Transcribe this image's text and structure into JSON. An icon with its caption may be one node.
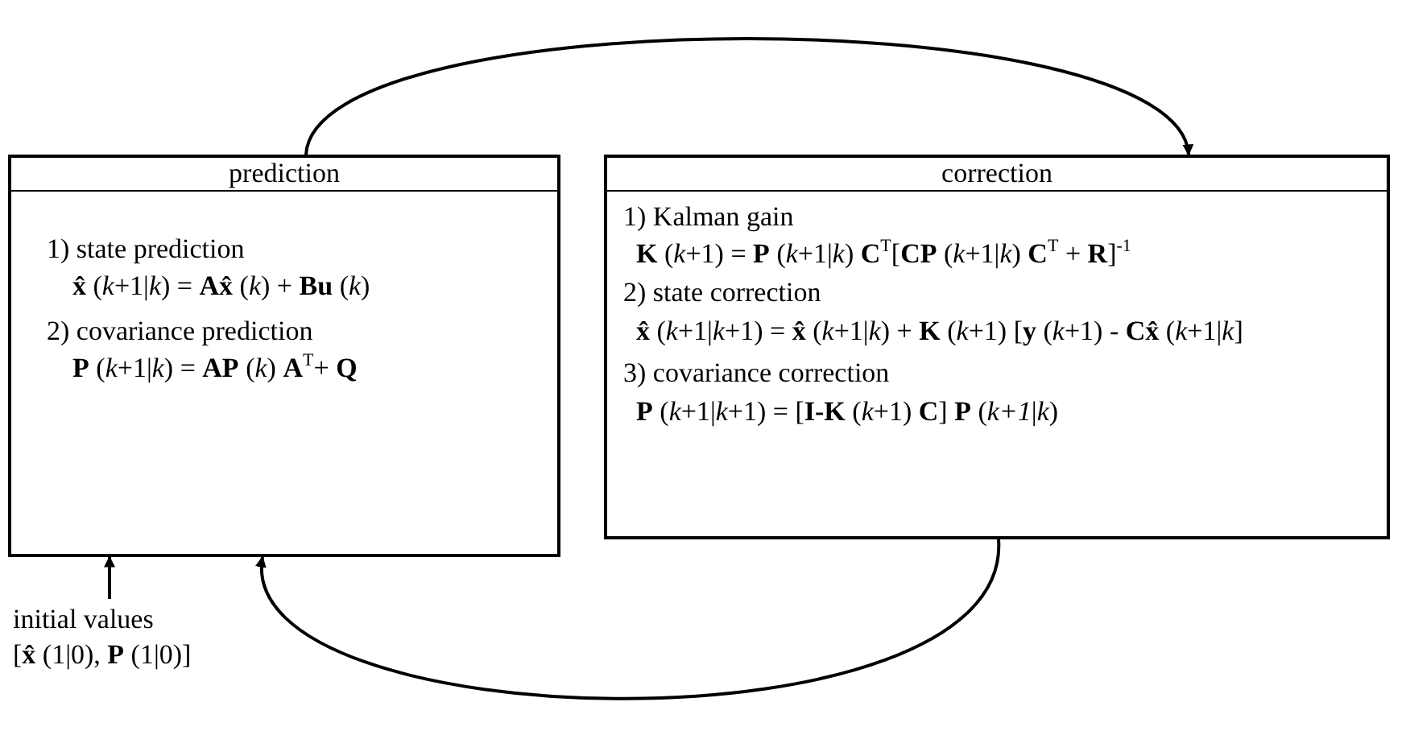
{
  "diagram": {
    "nodes": [
      {
        "text": [
          "prediction",
          "1) state prediction",
          "**x̂** (*k*+1|*k*) = **Ax̂** (*k*) + **Bu** (*k*)",
          "2) covariance prediction",
          "**P** (*k*+1|*k*) = **AP** (*k*) **A**$^{T}$+ **Q**"
        ]
      },
      {
        "text": [
          "correction",
          "1) Kalman gain",
          "**K** (*k*+1) = **P** (*k*+1|*k*) **C**$^{T}$[**CP** (*k*+1|*k*) **C**$^{T}$ + **R**]$^{-1}$",
          "2) state correction",
          "**x̂** (*k*+1|*k*+1) = **x̂** (*k*+1|*k*) + **K** (*k*+1) [**y** (*k*+1) - **Cx̂** (*k*+1|*k*]",
          "3) covariance correction",
          "**P** (*k*+1|*k*+1) = [**I-K** (*k*+1) **C**] **P** (*k+1*|*k*)"
        ]
      },
      {
        "text": [
          "initial values",
          "[**x̂** (1|0), **P** (1|0)]"
        ]
      }
    ],
    "edges": [
      {
        "from": 0,
        "to": 1,
        "arrow": "to"
      },
      {
        "from": 1,
        "to": 0,
        "arrow": "to"
      },
      {
        "from": 2,
        "to": 0,
        "arrow": "to"
      }
    ]
  }
}
